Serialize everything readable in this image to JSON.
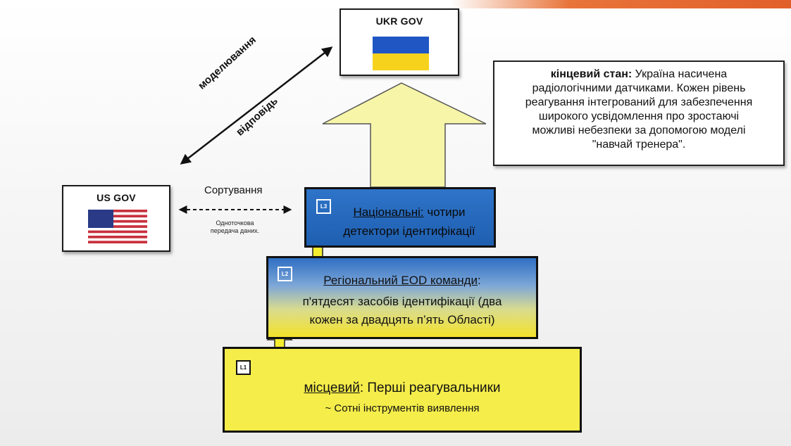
{
  "ukr": {
    "label": "UKR GOV"
  },
  "us": {
    "label": "US GOV"
  },
  "arrows": {
    "modeling": "моделювання",
    "response": "відповідь",
    "sorting": "Сортування",
    "transfer_line1": "Одноточкова",
    "transfer_line2": "передача даних."
  },
  "end_state": {
    "line1_bold": "кінцевий стан:",
    "line1_rest": " Україна насичена",
    "line2": "радіологічними датчиками. Кожен рівень",
    "line3": "реагування інтегрований для забезпечення",
    "line4": "широкого усвідомлення про зростаючі",
    "line5": "можливі небезпеки за допомогою моделі",
    "line6": "\"навчай тренера\"."
  },
  "tiers": {
    "l3": {
      "badge": "L3",
      "title": "Національні:",
      "line1_rest": " чотири",
      "line2": "детектори ідентифікації"
    },
    "l2": {
      "badge": "L2",
      "title": "Регіональний EOD команди",
      "line1_rest": ":",
      "line2": "п'ятдесят засобів ідентифікації (два",
      "line3": "кожен за двадцять п’ять Області)"
    },
    "l1": {
      "badge": "L1",
      "title": "місцевий",
      "line1_rest": ": Перші реагувальники",
      "line2": "~ Сотні інструментів виявлення"
    }
  },
  "colors": {
    "ukr_blue": "#1f56c4",
    "ukr_yellow": "#f7d21d",
    "tier_blue": "#1f5fb0",
    "tier_yellow": "#f5ed4a",
    "arrow_fill": "#f6f5a8",
    "header_accent": "#e8743a"
  }
}
